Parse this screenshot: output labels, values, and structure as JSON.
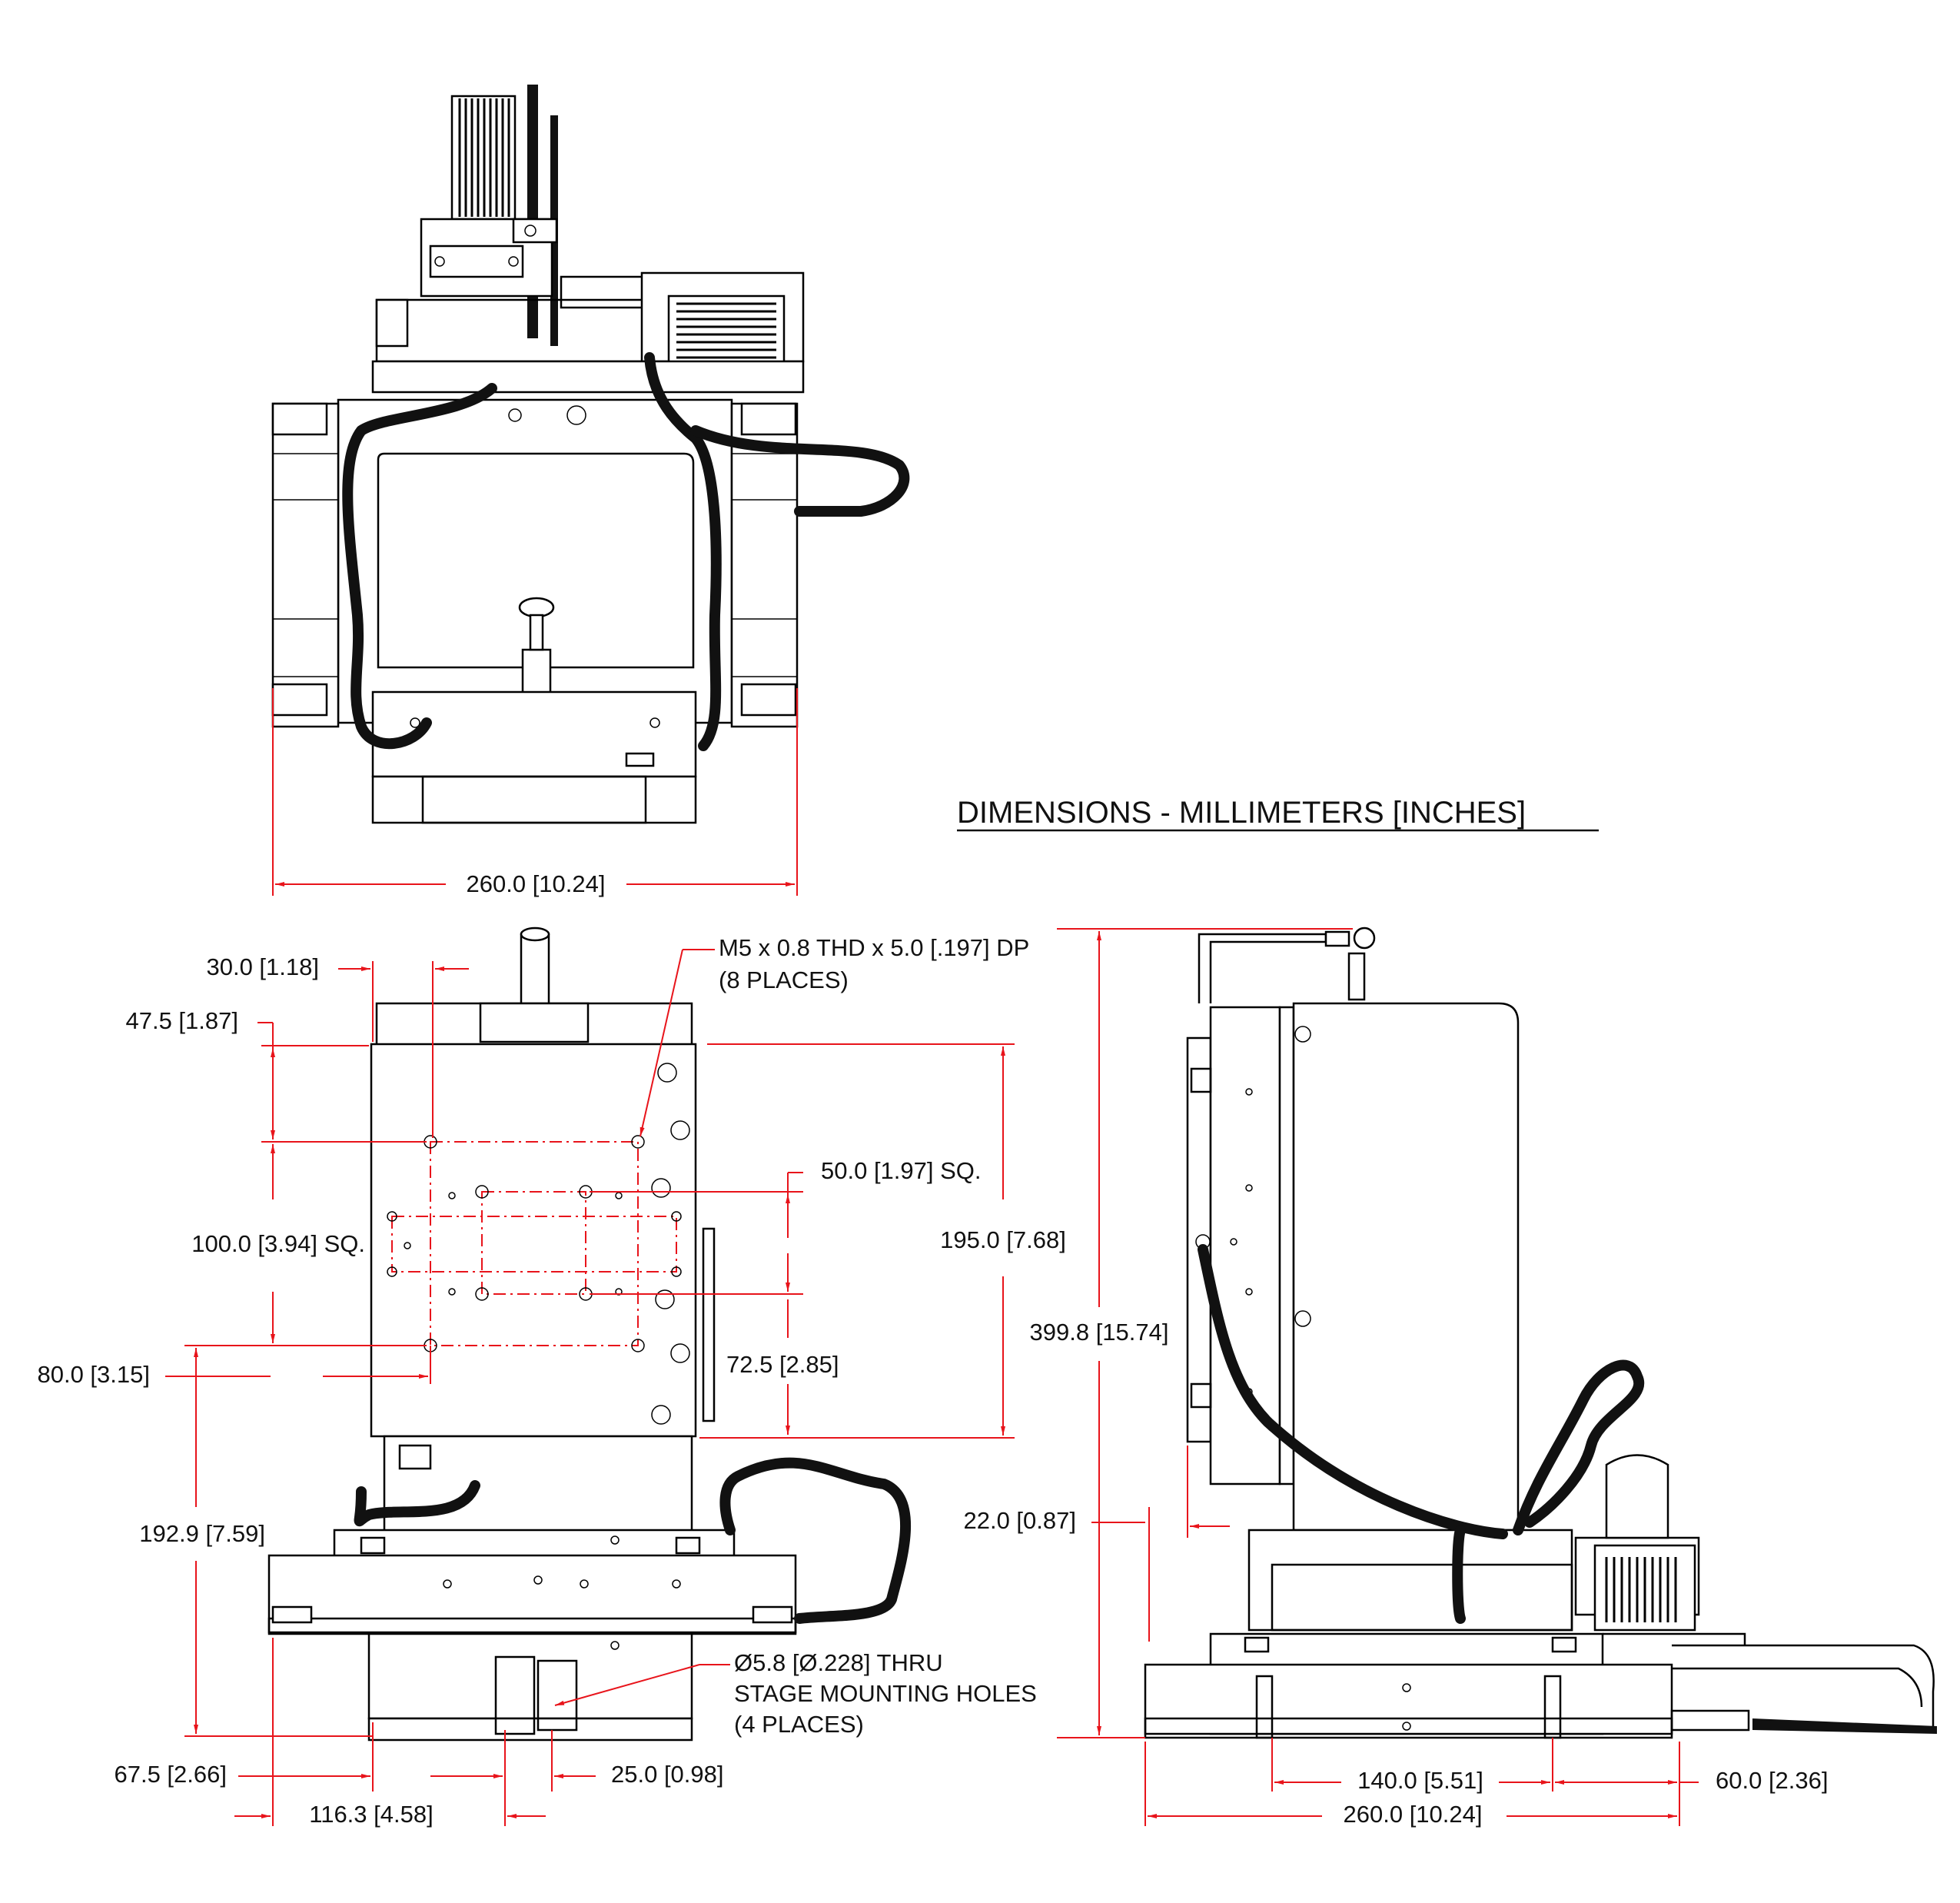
{
  "title": "DIMENSIONS - MILLIMETERS [INCHES]",
  "dimensions": {
    "top_width": "260.0 [10.24]",
    "d30": "30.0 [1.18]",
    "d47_5": "47.5 [1.87]",
    "thread_note_line1": "M5 x 0.8 THD x 5.0 [.197] DP",
    "thread_note_line2": "(8 PLACES)",
    "sq50": "50.0 [1.97] SQ.",
    "sq100": "100.0 [3.94] SQ.",
    "d195": "195.0 [7.68]",
    "d399_8": "399.8 [15.74]",
    "d80": "80.0 [3.15]",
    "d72_5": "72.5 [2.85]",
    "d22": "22.0 [0.87]",
    "d192_9": "192.9 [7.59]",
    "hole_note_line1": "Ø5.8 [Ø.228] THRU",
    "hole_note_line2": "STAGE MOUNTING HOLES",
    "hole_note_line3": "(4 PLACES)",
    "d67_5": "67.5 [2.66]",
    "d25": "25.0 [0.98]",
    "d116_3": "116.3 [4.58]",
    "d140": "140.0 [5.51]",
    "d60": "60.0 [2.36]",
    "side_width": "260.0 [10.24]"
  }
}
